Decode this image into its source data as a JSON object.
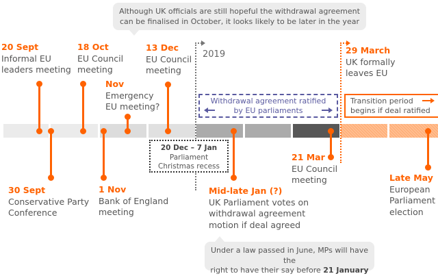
{
  "top_callout": {
    "line1": "Although UK officials are still hopeful the withdrawal agreement",
    "line2": "can be finalised in October, it looks likely to be later in the year"
  },
  "year_marker": {
    "label": "2019"
  },
  "events_above": [
    {
      "date": "20 Sept",
      "line1": "Informal EU",
      "line2": "leaders meeting"
    },
    {
      "date": "18 Oct",
      "line1": "EU Council",
      "line2": "meeting"
    },
    {
      "date": "Nov",
      "line1": "Emergency",
      "line2": "EU meeting?"
    },
    {
      "date": "13 Dec",
      "line1": "EU Council",
      "line2": "meeting"
    },
    {
      "date": "29 March",
      "line1": "UK formally",
      "line2": "leaves EU"
    }
  ],
  "events_below": [
    {
      "date": "30 Sept",
      "line1": "Conservative Party",
      "line2": "Conference"
    },
    {
      "date": "1 Nov",
      "line1": "Bank of England",
      "line2": "meeting"
    },
    {
      "date": "Mid-late Jan (?)",
      "line1": "UK Parliament votes on",
      "line2": "withdrawal agreement",
      "line3": "motion if deal agreed"
    },
    {
      "date": "21 Mar",
      "line1": "EU Council",
      "line2": "meeting"
    },
    {
      "date": "Late May",
      "line1": "European",
      "line2": "Parliament",
      "line3": "election"
    }
  ],
  "recess_box": {
    "date": "20 Dec – 7 Jan",
    "line1": "Parliament",
    "line2": "Christmas recess"
  },
  "ratification_box": {
    "line1": "Withdrawal agreement ratified",
    "line2": "by EU parliaments"
  },
  "transition_box": {
    "line1": "Transition period",
    "line2": "begins if deal ratified"
  },
  "bottom_callout": {
    "line1": "Under a law passed in June, MPs will have the",
    "line2_prefix": "right to have their say before ",
    "line2_bold": "21 January"
  },
  "colors": {
    "accent": "#ff6200",
    "purple": "#5a5aa0",
    "text": "#555555",
    "callout_bg": "#ececec",
    "segments": [
      "#ebebeb",
      "#ebebeb",
      "#dcdcdc",
      "#e0e0e0",
      "#ababab",
      "#ababab",
      "#575757",
      "#ffb07a",
      "#ffb07a"
    ]
  }
}
